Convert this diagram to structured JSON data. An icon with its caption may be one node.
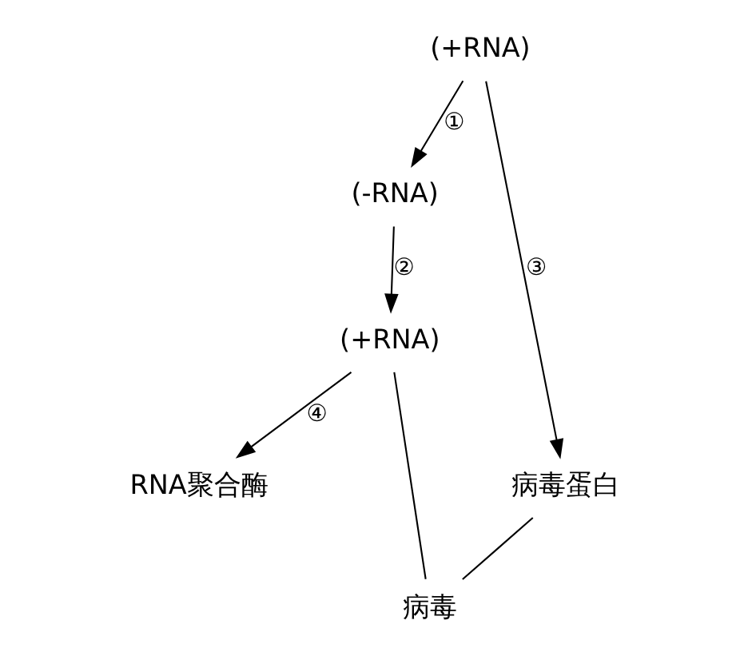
{
  "diagram": {
    "nodes": [
      {
        "text": [
          "(+RNA)"
        ]
      },
      {
        "text": [
          "(-RNA)"
        ]
      },
      {
        "text": [
          "(+RNA)"
        ]
      },
      {
        "text": [
          "RNA聚合酶"
        ]
      },
      {
        "text": [
          "病毒蛋白"
        ]
      },
      {
        "text": [
          "病毒"
        ]
      }
    ],
    "edges": [
      {
        "from": 0,
        "to": 1,
        "arrow": "to",
        "label": "①"
      },
      {
        "from": 1,
        "to": 2,
        "arrow": "to",
        "label": "②"
      },
      {
        "from": 0,
        "to": 4,
        "arrow": "to",
        "label": "③"
      },
      {
        "from": 2,
        "to": 3,
        "arrow": "to",
        "label": "④"
      },
      {
        "from": 2,
        "to": 5,
        "arrow": "none"
      },
      {
        "from": 4,
        "to": 5,
        "arrow": "none"
      }
    ]
  }
}
